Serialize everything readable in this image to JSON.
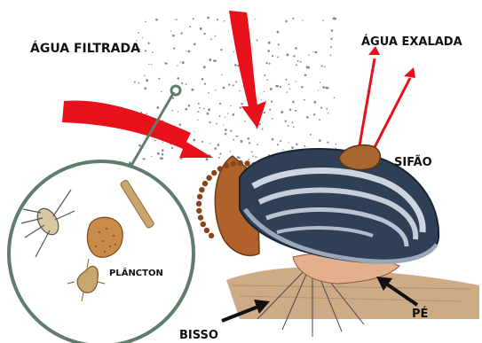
{
  "labels": {
    "agua_filtrada": "ÁGUA FILTRADA",
    "agua_exalada": "ÁGUA EXALADA",
    "sifao": "SIFÃO",
    "plancton": "PLÂNCTON",
    "pe": "PÉ",
    "bisso": "BISSO"
  },
  "colors": {
    "arrow_red": "#e8101a",
    "label": "#111111",
    "circle_border": "#5f7d6a",
    "shell_dark": "#2e3f56",
    "shell_light": "#dfe7f0",
    "gills_orange": "#b0622a",
    "sand": "#c9a27a"
  }
}
